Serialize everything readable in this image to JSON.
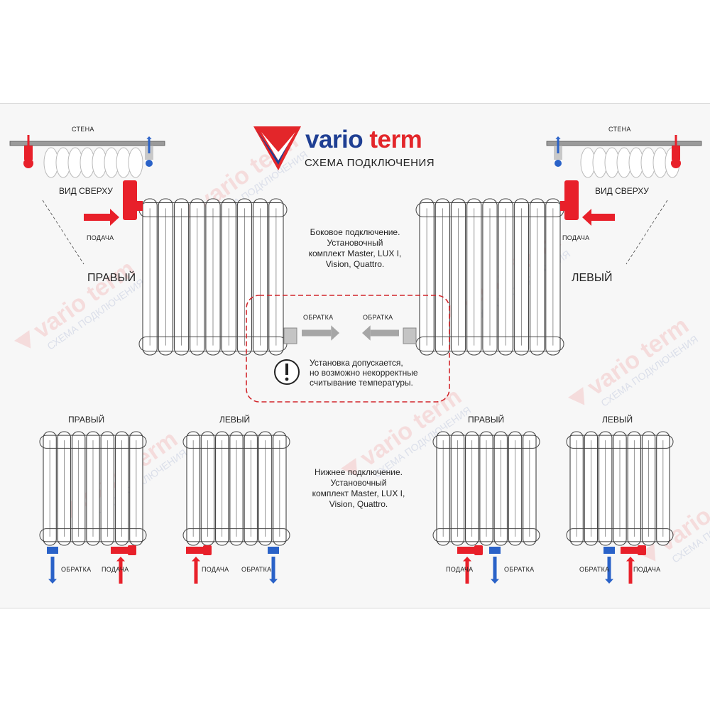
{
  "logo": {
    "brand_left": "vario",
    "brand_right": "term",
    "subtitle": "СХЕМА ПОДКЛЮЧЕНИЯ",
    "watermark_subtitle": "СХЕМА ПОДКЛЮЧЕНИЯ"
  },
  "top_view": {
    "wall_label": "СТЕНА",
    "view_label": "ВИД СВЕРХУ"
  },
  "side_connection": {
    "supply_label": "ПОДАЧА",
    "right_title": "ПРАВЫЙ",
    "left_title": "ЛЕВЫЙ",
    "description_lines": [
      "Боковое подключение.",
      "Установочный",
      "комплект Master, LUX I,",
      "Vision, Quattro."
    ]
  },
  "warning": {
    "return_label": "ОБРАТКА",
    "icon": "exclamation-circle-icon",
    "text_lines": [
      "Установка допускается,",
      "но возможно некорректные",
      "считывание температуры."
    ]
  },
  "bottom_connection": {
    "right_title": "ПРАВЫЙ",
    "left_title": "ЛЕВЫЙ",
    "return_label": "ОБРАТКА",
    "supply_label": "ПОДАЧА",
    "description_lines": [
      "Нижнее подключение.",
      "Установочный",
      "комплект Master, LUX I,",
      "Vision, Quattro."
    ]
  },
  "colors": {
    "brand_red": "#e3262a",
    "brand_blue": "#1f3f93",
    "hot": "#e8202a",
    "cold": "#2a62c8",
    "return_gray": "#a6a6a6",
    "warning_frame": "#d2262b"
  }
}
